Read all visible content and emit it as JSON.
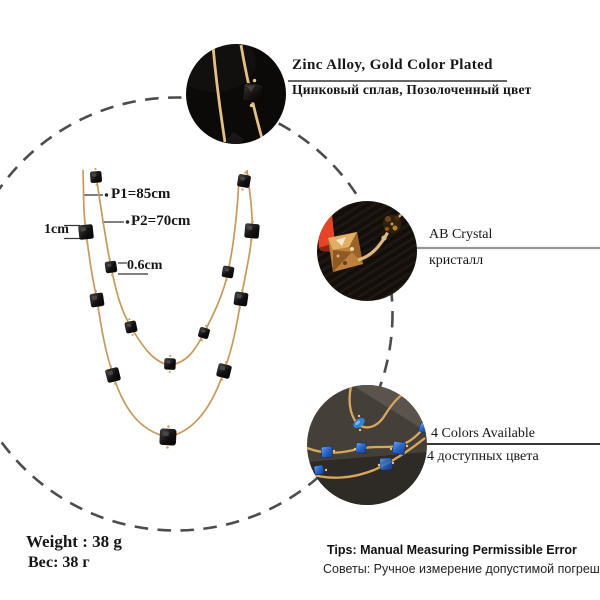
{
  "callouts": {
    "material": {
      "label_en": "Zinc Alloy, Gold Color Plated",
      "label_ru": "Цинковый сплав, Позолоченный цвет"
    },
    "crystal": {
      "label_en": "AB Crystal",
      "label_ru": "кристалл"
    },
    "colors": {
      "label_en": "4 Colors Available",
      "label_ru": "4 доступных цвета"
    }
  },
  "measurements": {
    "chain_outer": "P1=85cm",
    "chain_inner": "P2=70cm",
    "bead_large": "1cm",
    "bead_small": "0.6cm"
  },
  "weight": {
    "label_en": "Weight : 38 g",
    "label_ru": "Вес: 38 г"
  },
  "tips": {
    "label_en": "Tips: Manual Measuring Permissible Error",
    "label_ru": "Советы: Ручное измерение допустимой погрешности"
  },
  "palette": {
    "chain_gold": "#c8985a",
    "bead_black": "#0e0d0d",
    "crystal_amber": "#c8913f",
    "bead_blue": "#2e6fce",
    "accent_red": "#e54426",
    "dashed_circle_gray": "#4c4c4c"
  }
}
